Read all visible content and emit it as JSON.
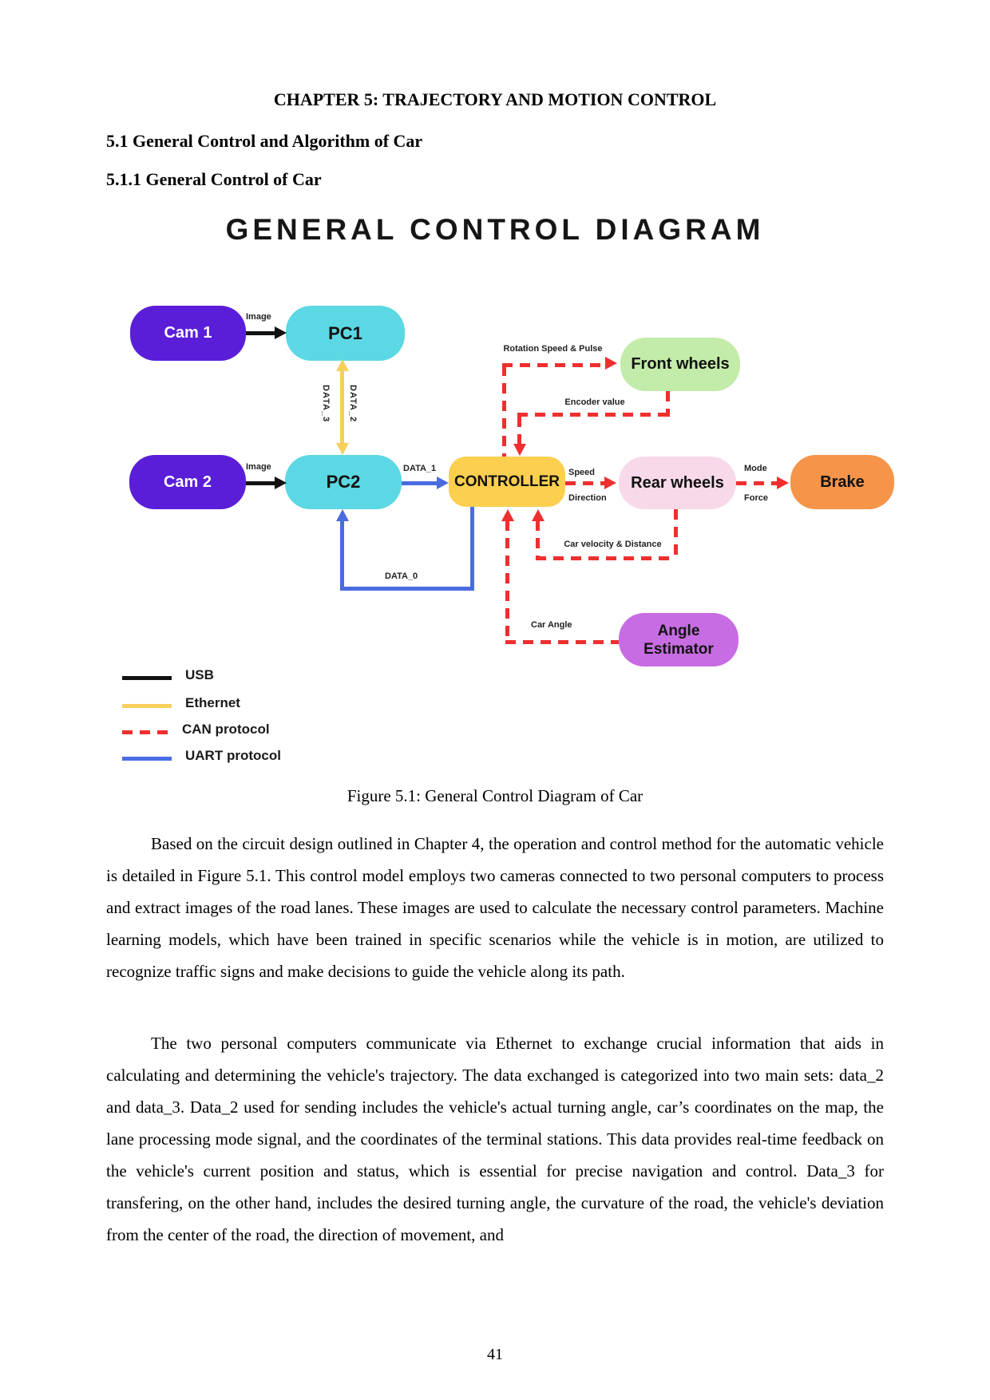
{
  "document": {
    "chapter_title": "CHAPTER 5: TRAJECTORY AND MOTION CONTROL",
    "section_heading": "5.1 General Control and Algorithm of Car",
    "subsection_heading": "5.1.1 General Control of Car",
    "figure_caption": "Figure 5.1: General Control Diagram of Car",
    "paragraphs": [
      "Based on the circuit design outlined in Chapter 4, the operation and control method for the automatic vehicle is detailed in Figure 5.1. This control model employs two cameras connected to two personal computers to process and extract images of the road lanes. These images are used to calculate the necessary control parameters. Machine learning models, which have been trained in specific scenarios while the vehicle is in motion, are utilized to recognize traffic signs and make decisions to guide the vehicle along its path.",
      "The two personal computers communicate via Ethernet to exchange crucial information that aids in calculating and determining the vehicle's trajectory. The data exchanged is categorized into two main sets: data_2 and data_3. Data_2 used for sending includes the vehicle's actual turning angle, car’s coordinates on the map, the lane processing mode signal, and the coordinates of the terminal stations. This data provides real-time feedback on the vehicle's current position and status, which is essential for precise navigation and control. Data_3 for transfering, on the other hand, includes the desired turning angle, the curvature of the road, the vehicle's deviation from the center of the road, the direction of movement, and"
    ],
    "page_number": "41"
  },
  "diagram": {
    "title": "GENERAL CONTROL DIAGRAM",
    "nodes": {
      "cam1": {
        "label": "Cam 1",
        "color": "#5a1ed9",
        "text_color": "#ffffff"
      },
      "pc1": {
        "label": "PC1",
        "color": "#5bd8e3",
        "text_color": "#111111"
      },
      "cam2": {
        "label": "Cam 2",
        "color": "#5a1ed9",
        "text_color": "#ffffff"
      },
      "pc2": {
        "label": "PC2",
        "color": "#5bd8e3",
        "text_color": "#111111"
      },
      "controller": {
        "label": "CONTROLLER",
        "color": "#fccf4f",
        "text_color": "#111111"
      },
      "front_wheels": {
        "label": "Front wheels",
        "color": "#c3eba9",
        "text_color": "#111111"
      },
      "rear_wheels": {
        "label": "Rear wheels",
        "color": "#f8d9e9",
        "text_color": "#111111"
      },
      "brake": {
        "label": "Brake",
        "color": "#f69449",
        "text_color": "#111111"
      },
      "angle_estimator": {
        "label": "Angle Estimator",
        "color": "#c76ce2",
        "text_color": "#111111"
      }
    },
    "edge_labels": {
      "image_cam1_pc1": "Image",
      "image_cam2_pc2": "Image",
      "data_3": "DATA_3",
      "data_2": "DATA_2",
      "data_1": "DATA_1",
      "data_0": "DATA_0",
      "rotation_speed_pulse": "Rotation Speed & Pulse",
      "encoder_value": "Encoder value",
      "speed": "Speed",
      "direction": "Direction",
      "mode": "Mode",
      "force": "Force",
      "car_velocity_distance": "Car velocity & Distance",
      "car_angle": "Car Angle"
    },
    "legend": [
      {
        "label": "USB",
        "color": "#111111",
        "style": "solid"
      },
      {
        "label": "Ethernet",
        "color": "#f7cf5c",
        "style": "solid"
      },
      {
        "label": "CAN protocol",
        "color": "#ee2f2f",
        "style": "dashed"
      },
      {
        "label": "UART protocol",
        "color": "#4a6ce0",
        "style": "solid"
      }
    ]
  }
}
